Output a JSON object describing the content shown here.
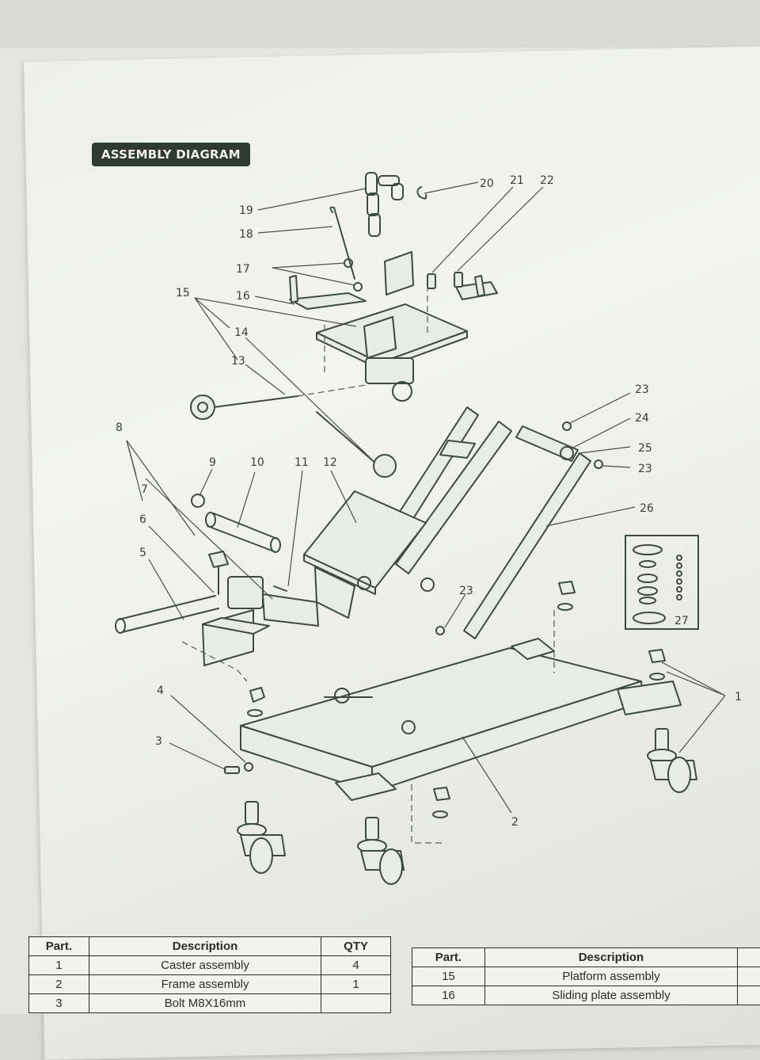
{
  "document": {
    "section_title": "ASSEMBLY DIAGRAM"
  },
  "callouts": {
    "c1": "1",
    "c2": "2",
    "c3": "3",
    "c4": "4",
    "c5": "5",
    "c6": "6",
    "c7": "7",
    "c8": "8",
    "c9": "9",
    "c10": "10",
    "c11": "11",
    "c12": "12",
    "c13": "13",
    "c14": "14",
    "c15": "15",
    "c16": "16",
    "c17": "17",
    "c18": "18",
    "c19": "19",
    "c20": "20",
    "c21": "21",
    "c22": "22",
    "c23a": "23",
    "c23b": "23",
    "c23c": "23",
    "c24": "24",
    "c25": "25",
    "c26": "26",
    "c27": "27"
  },
  "parts_table_left": {
    "headers": [
      "Part.",
      "Description",
      "QTY"
    ],
    "rows": [
      [
        "1",
        "Caster assembly",
        "4"
      ],
      [
        "2",
        "Frame assembly",
        "1"
      ],
      [
        "3",
        "Bolt M8X16mm",
        ""
      ]
    ]
  },
  "parts_table_right": {
    "headers": [
      "Part.",
      "Description"
    ],
    "rows": [
      [
        "15",
        "Platform assembly"
      ],
      [
        "16",
        "Sliding plate assembly"
      ]
    ]
  }
}
